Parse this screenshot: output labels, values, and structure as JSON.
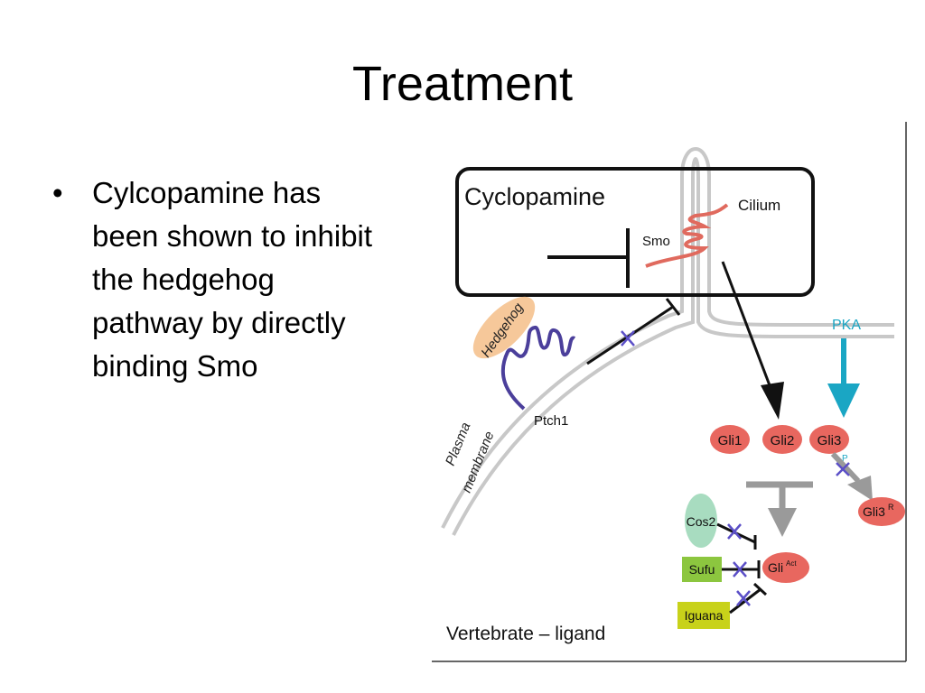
{
  "slide": {
    "title": "Treatment",
    "bullet_char": "•",
    "bullet_lines": [
      "Cylcopamine has",
      "been shown to inhibit",
      "the hedgehog",
      "pathway by directly",
      "binding Smo"
    ]
  },
  "diagram": {
    "cyclopamine": "Cyclopamine",
    "cilium": "Cilium",
    "smo": "Smo",
    "pka": "PKA",
    "hedgehog": "Hedgehog",
    "ptch1": "Ptch1",
    "plasma": "Plasma",
    "membrane": "membrane",
    "gli1": "Gli1",
    "gli2": "Gli2",
    "gli3": "Gli3",
    "gli3r_base": "Gli3",
    "gli3r_sup": "R",
    "p_label": "P",
    "gli_act_base": "Gli",
    "gli_act_sup": "Act",
    "cos2": "Cos2",
    "sufu": "Sufu",
    "iguana": "Iguana",
    "caption": "Vertebrate – ligand",
    "colors": {
      "gli": "#e8675f",
      "smo": "#e06a5e",
      "ptch": "#4b3f9b",
      "hedgehog": "#f6c89a",
      "pka": "#1aa6c4",
      "cos2": "#a8dcc0",
      "sufu": "#8cc63f",
      "iguana": "#c8d21a",
      "membrane": "#c8c8c8",
      "inhibit_x": "#5b4fc7",
      "gray_arrow": "#9a9a9a"
    }
  }
}
